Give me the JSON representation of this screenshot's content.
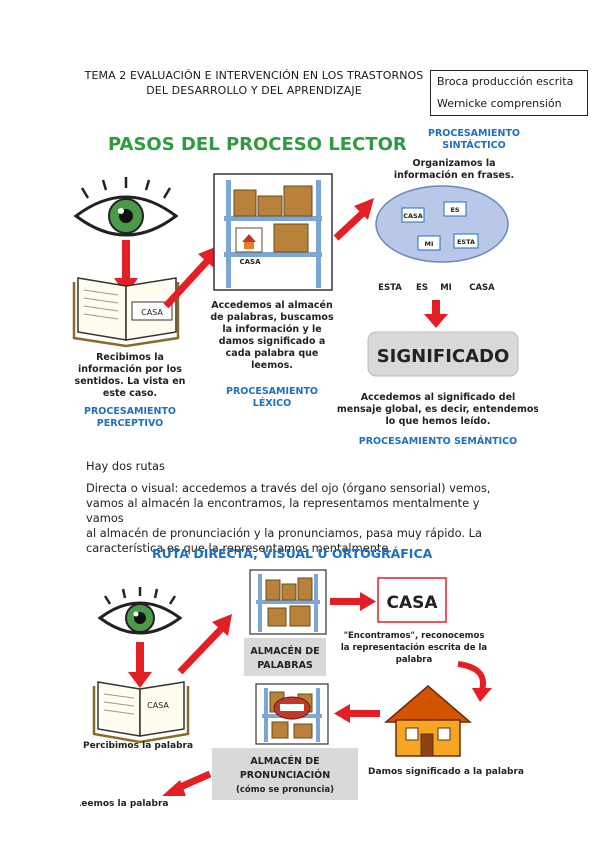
{
  "header": {
    "title_line1": "TEMA 2 EVALUACIÓN E INTERVENCIÓN EN LOS TRASTORNOS",
    "title_line2": "DEL DESARROLLO Y DEL APRENDIZAJE"
  },
  "notes": {
    "line1": "Broca producción escrita",
    "line2": "Wernicke comprensión"
  },
  "figure1": {
    "title": "PASOS DEL PROCESO LECTOR",
    "book_word": "CASA",
    "perceptive_text": [
      "Recibimos la",
      "información por los",
      "sentidos. La vista en",
      "este caso."
    ],
    "perceptive_label": [
      "PROCESAMIENTO",
      "PERCEPTIVO"
    ],
    "shelf_tag": "CASA",
    "lexical_text": [
      "Accedemos al almacén",
      "de palabras, buscamos",
      "la información y le",
      "damos significado a",
      "cada palabra que",
      "leemos."
    ],
    "lexical_label": [
      "PROCESAMIENTO",
      "LÉXICO"
    ],
    "syntactic_label": [
      "PROCESAMIENTO",
      "SINTÁCTICO"
    ],
    "syntactic_text": [
      "Organizamos la",
      "información en frases."
    ],
    "cards": [
      "CASA",
      "ES",
      "MI",
      "ESTA"
    ],
    "sentence": [
      "ESTA",
      "ES",
      "MI",
      "CASA"
    ],
    "meaning": "SIGNIFICADO",
    "semantic_text": [
      "Accedemos al significado del",
      "mensaje global, es decir, entendemos",
      "lo que hemos leído."
    ],
    "semantic_label": "PROCESAMIENTO SEMÁNTICO"
  },
  "body": {
    "routes": "Hay dos rutas",
    "para": [
      "Directa o visual: accedemos a través del ojo (órgano sensorial) vemos,",
      "vamos al almacén la encontramos, la representamos mentalmente y vamos",
      "al almacén de pronunciación y la pronunciamos, pasa muy rápido. La",
      "característica es que la representamos mentalmente."
    ]
  },
  "figure2": {
    "title": "RUTA DIRECTA, VISUAL U ORTOGRÁFICA",
    "book_word": "CASA",
    "perceive": "Percibimos la palabra",
    "store_words": [
      "ALMACÉN DE",
      "PALABRAS"
    ],
    "casa_box": "CASA",
    "found_text": [
      "\"Encontramos\", reconocemos",
      "la representación escrita de la",
      "palabra"
    ],
    "meaning_text": "Damos significado a la palabra",
    "store_pron": [
      "ALMACÉN DE",
      "PRONUNCIACIÓN",
      "(cómo se pronuncia)"
    ],
    "read": "Leemos la palabra"
  },
  "colors": {
    "green_title": "#2e9b3e",
    "blue_label": "#1f6fc1",
    "red_arrow": "#e31e24",
    "shelf_blue": "#7aa7d6",
    "box_brown": "#b8823a",
    "gray_banner": "#d9d9d9"
  }
}
